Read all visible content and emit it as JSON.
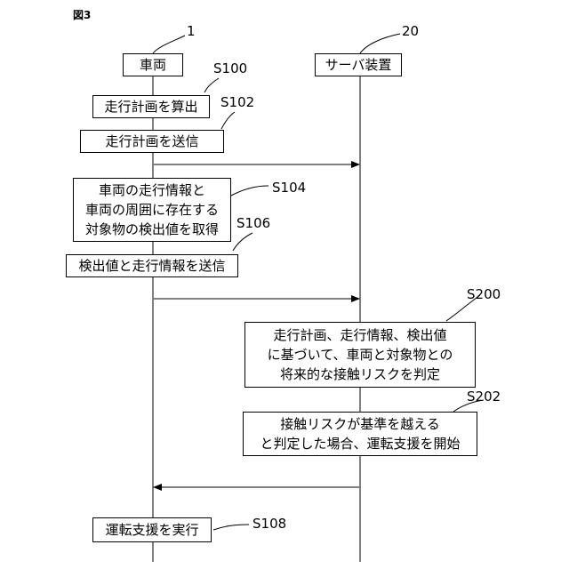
{
  "figure_label": "図3",
  "participants": {
    "vehicle": {
      "ref": "1",
      "label": "車両"
    },
    "server": {
      "ref": "20",
      "label": "サーバ装置"
    }
  },
  "steps": [
    {
      "id": "S100",
      "text": "走行計画を算出"
    },
    {
      "id": "S102",
      "text": "走行計画を送信"
    },
    {
      "id": "S104",
      "text": "車両の走行情報と\n車両の周囲に存在する\n対象物の検出値を取得"
    },
    {
      "id": "S106",
      "text": "検出値と走行情報を送信"
    },
    {
      "id": "S200",
      "text": "走行計画、走行情報、検出値\nに基づいて、車両と対象物との\n将来的な接触リスクを判定"
    },
    {
      "id": "S202",
      "text": "接触リスクが基準を越える\nと判定した場合、運転支援を開始"
    },
    {
      "id": "S108",
      "text": "運転支援を実行"
    }
  ]
}
